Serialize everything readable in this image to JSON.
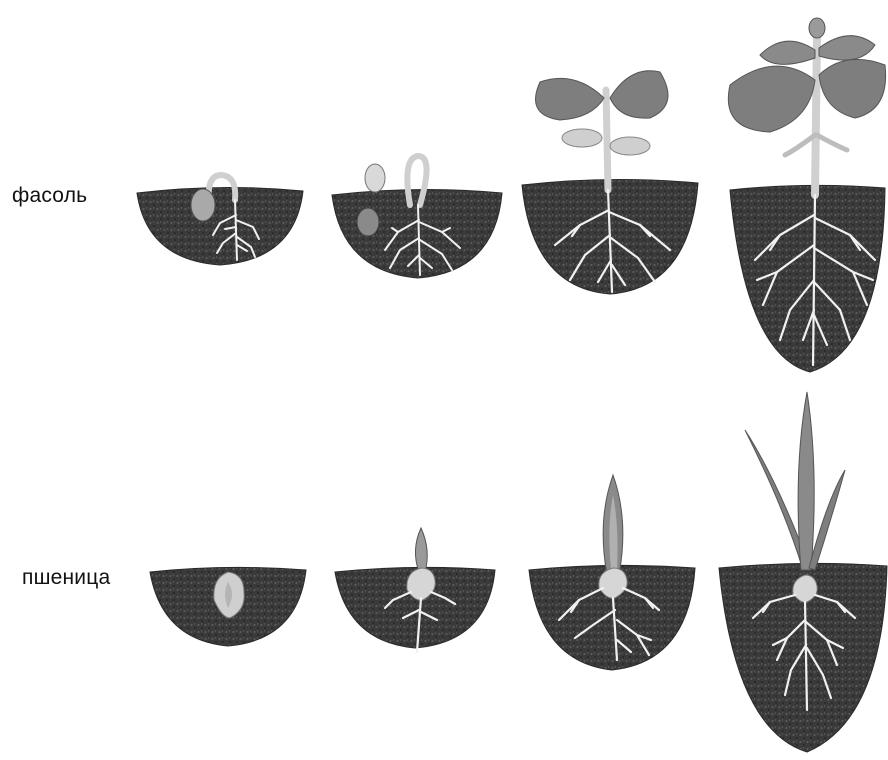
{
  "rows": [
    {
      "id": "bean",
      "label": "фасоль"
    },
    {
      "id": "wheat",
      "label": "пшеница"
    }
  ],
  "colors": {
    "soil": "#3c3c3c",
    "soil_dark": "#262626",
    "root": "#f2f2f2",
    "leaf": "#7e7e7e",
    "leaf_dark": "#5e5e5e",
    "stem": "#c9c9c9",
    "seed": "#d6d6d6"
  }
}
